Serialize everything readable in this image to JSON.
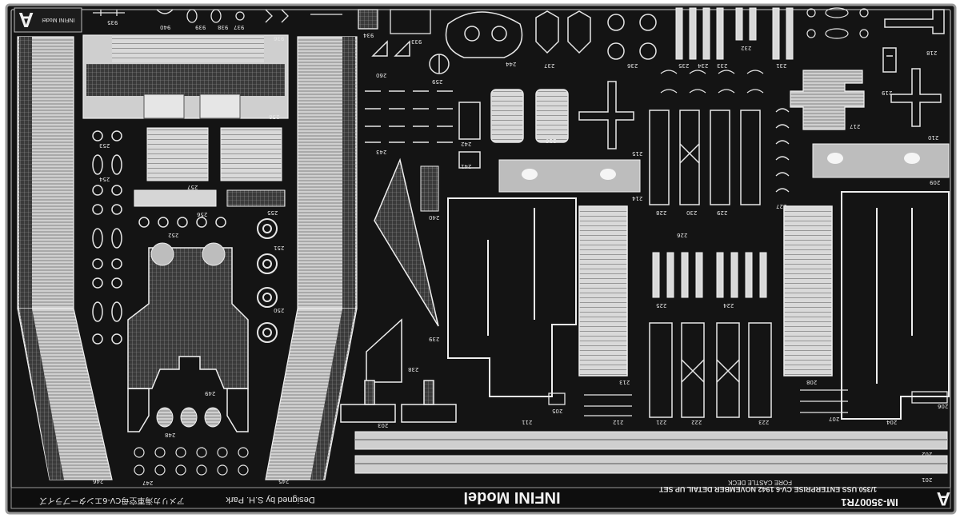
{
  "sheet": {
    "letter": "A",
    "code": "IM-35007R1",
    "title": "1/350 USS ENTERPRISE CV-6 1942 NOVEMBER DETAIL UP SET",
    "subtitle": "FORE CASTLE DECK",
    "brand": "INFINI Model",
    "designer": "Designed by S.H. Park",
    "japanese": "アメリカ海軍空母CV-6エンタープライズ",
    "logo_text": "INFINI Model"
  },
  "part_numbers": [
    "201",
    "202",
    "203",
    "204",
    "205",
    "206",
    "207",
    "208",
    "209",
    "210",
    "211",
    "212",
    "213",
    "214",
    "215",
    "216",
    "217",
    "218",
    "219",
    "221",
    "222",
    "223",
    "224",
    "225",
    "226",
    "227",
    "228",
    "229",
    "230",
    "231",
    "232",
    "233",
    "234",
    "235",
    "236",
    "237",
    "238",
    "239",
    "240",
    "241",
    "242",
    "243",
    "244",
    "245",
    "246",
    "247",
    "248",
    "249",
    "250",
    "251",
    "252",
    "253",
    "254",
    "255",
    "256",
    "257",
    "258",
    "259",
    "260",
    "933",
    "934",
    "935",
    "936",
    "937",
    "938",
    "939",
    "940"
  ]
}
